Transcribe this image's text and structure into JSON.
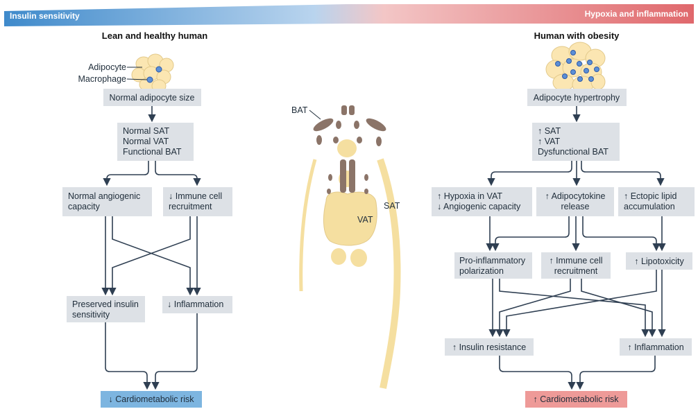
{
  "banner": {
    "left": "Insulin sensitivity",
    "right": "Hypoxia and inflammation"
  },
  "lean": {
    "title": "Lean and healthy human",
    "adipocyte_label": "Adipocyte",
    "macrophage_label": "Macrophage",
    "size": "Normal adipocyte size",
    "tissue": [
      "Normal SAT",
      "Normal VAT",
      "Functional BAT"
    ],
    "angio": [
      "Normal angiogenic",
      "capacity"
    ],
    "immune": [
      "↓ Immune cell",
      "recruitment"
    ],
    "insulin": [
      "Preserved insulin",
      "sensitivity"
    ],
    "inflammation": "↓ Inflammation",
    "risk": "↓ Cardiometabolic risk"
  },
  "body": {
    "bat": "BAT",
    "vat": "VAT",
    "sat": "SAT"
  },
  "obese": {
    "title": "Human with obesity",
    "size": "Adipocyte hypertrophy",
    "tissue": [
      "↑ SAT",
      "↑ VAT",
      "Dysfunctional BAT"
    ],
    "hypoxia": [
      "↑ Hypoxia in VAT",
      "↓ Angiogenic capacity"
    ],
    "adipo": [
      "↑ Adipocytokine",
      "release"
    ],
    "ectopic": [
      "↑ Ectopic lipid",
      "accumulation"
    ],
    "polar": [
      "Pro-inflammatory",
      "polarization"
    ],
    "immune": [
      "↑ Immune cell",
      "recruitment"
    ],
    "lipo": "↑ Lipotoxicity",
    "insulin": "↑ Insulin resistance",
    "inflammation": "↑ Inflammation",
    "risk": "↑ Cardiometabolic risk"
  },
  "colors": {
    "blue": "#4a90cf",
    "red": "#e06b6e",
    "box": "#dde1e6",
    "lean_risk": "#7db5e0",
    "obese_risk": "#ee9a98",
    "fat": "#f5dfa0",
    "bat": "#8b7468"
  }
}
